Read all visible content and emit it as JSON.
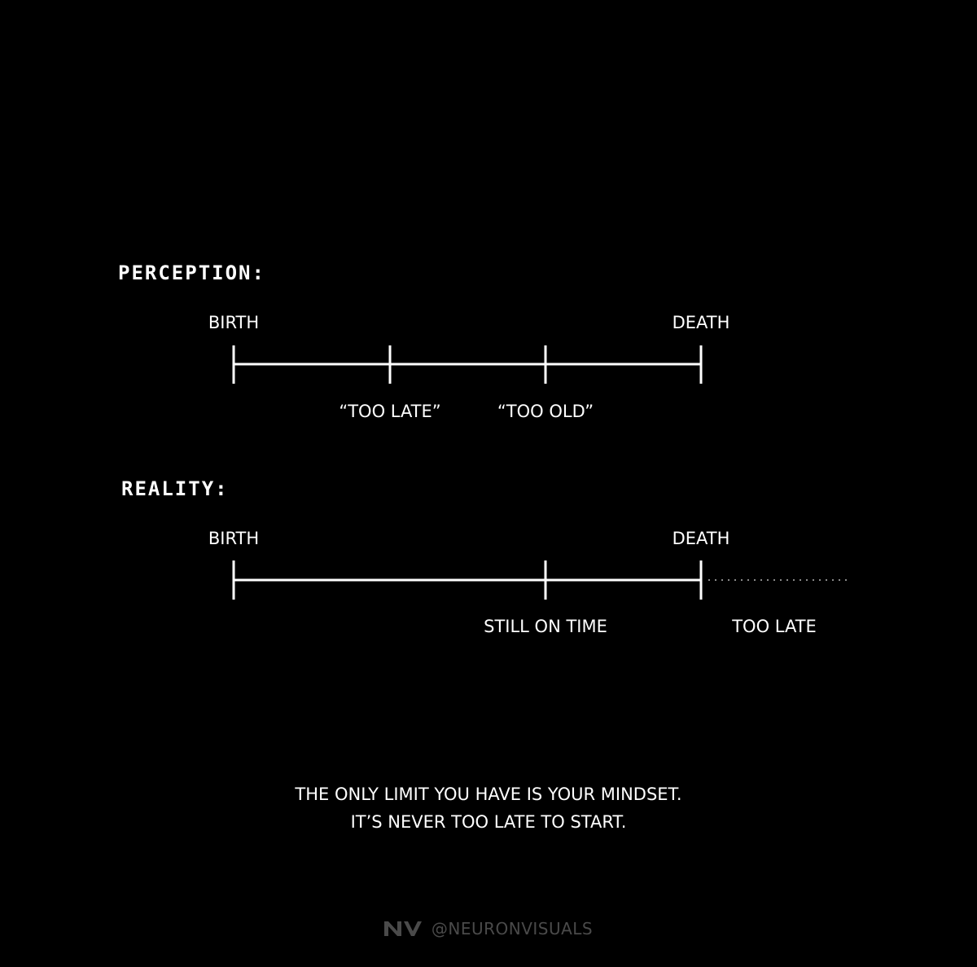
{
  "perception": {
    "heading": "PERCEPTION:",
    "start_label": "BIRTH",
    "end_label": "DEATH",
    "mid_labels": [
      "“TOO LATE”",
      "“TOO OLD”"
    ]
  },
  "reality": {
    "heading": "REALITY:",
    "start_label": "BIRTH",
    "end_label": "DEATH",
    "mid_label": "STILL ON TIME",
    "after_label": "TOO LATE"
  },
  "tagline": {
    "line1": "THE ONLY LIMIT YOU HAVE IS YOUR MINDSET.",
    "line2": "IT’S NEVER TOO LATE TO START."
  },
  "watermark": {
    "logo": "NV",
    "handle": "@NEURONVISUALS"
  },
  "colors": {
    "background": "#000000",
    "foreground": "#ffffff",
    "watermark": "#4a4a4a"
  }
}
